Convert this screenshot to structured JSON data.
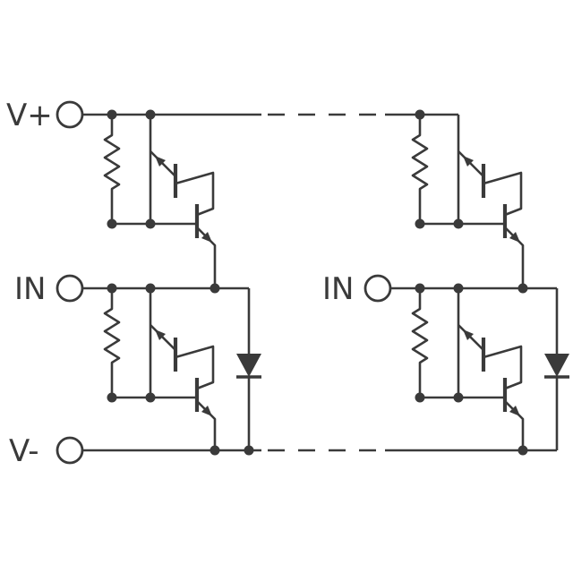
{
  "schematic": {
    "background": "#ffffff",
    "line_color": "#3a3a3a",
    "labels": {
      "v_plus": "V+",
      "in_left": "IN",
      "in_right": "IN",
      "v_minus": "V-"
    },
    "structure": {
      "cells": 2,
      "per_cell_components": {
        "bias_resistors": 2,
        "transistors": 4,
        "clamp_diodes": 1
      },
      "continuation": "dashed segments on V+ and V- rails between the two cells"
    }
  }
}
